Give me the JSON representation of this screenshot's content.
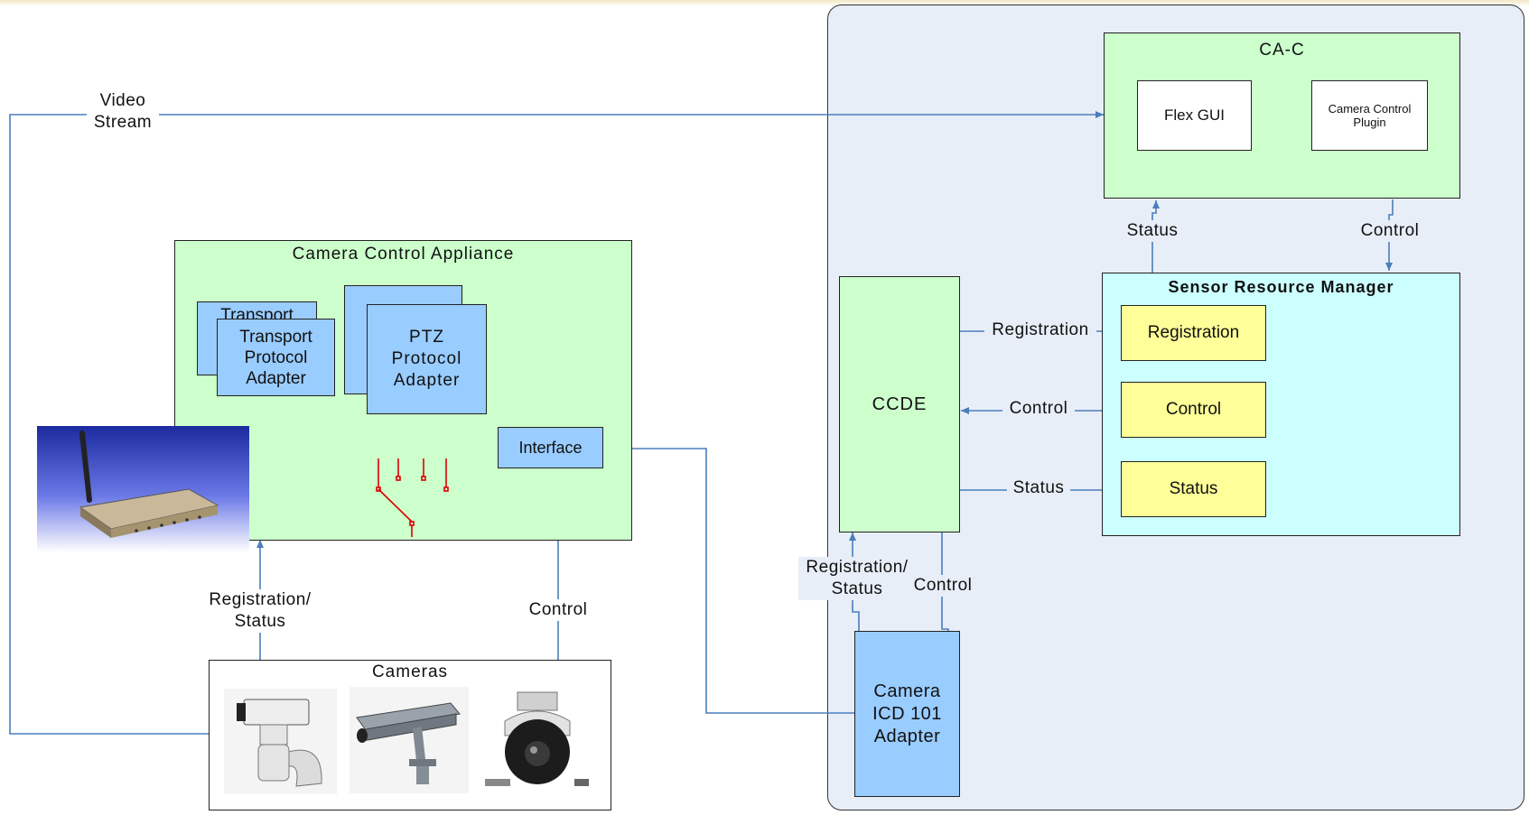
{
  "camera_appliance": {
    "title": "Camera Control Appliance",
    "transport_back": "Transport",
    "transport_front": "Transport\nProtocol\nAdapter",
    "ptz": "PTZ\nProtocol\nAdapter",
    "interface": "Interface"
  },
  "cameras": {
    "title": "Cameras"
  },
  "cac": {
    "title": "CA-C",
    "flex_gui": "Flex GUI",
    "camera_control_plugin": "Camera Control\nPlugin"
  },
  "srm": {
    "title": "Sensor Resource Manager",
    "registration": "Registration",
    "control": "Control",
    "status": "Status"
  },
  "ccde": {
    "title": "CCDE"
  },
  "adapter": {
    "title": "Camera\nICD 101\nAdapter"
  },
  "labels": {
    "video_stream": "Video\nStream",
    "reg_status_left": "Registration/\nStatus",
    "control_left": "Control",
    "status_top": "Status",
    "control_top": "Control",
    "registration_mid": "Registration",
    "control_mid": "Control",
    "status_mid": "Status",
    "reg_status_right": "Registration/\nStatus",
    "control_right": "Control"
  },
  "colors": {
    "wire": "#4a7ebb",
    "switch": "#dd0000",
    "green": "#ccffcc",
    "blue": "#99ccff",
    "cyan": "#ccffff",
    "yellow": "#ffff99"
  }
}
